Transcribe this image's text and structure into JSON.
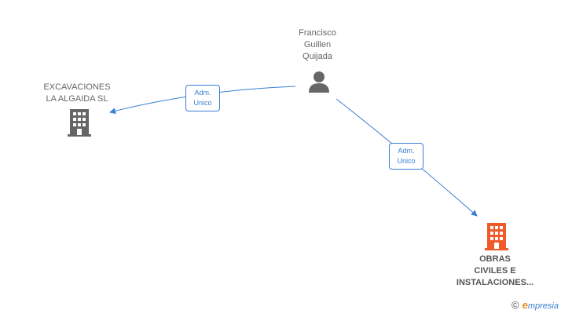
{
  "nodes": {
    "person": {
      "lines": [
        "Francisco",
        "Guillen",
        "Quijada"
      ]
    },
    "company_left": {
      "lines": [
        "EXCAVACIONES",
        "LA ALGAIDA SL"
      ]
    },
    "company_right": {
      "lines": [
        "OBRAS",
        "CIVILES E",
        "INSTALACIONES..."
      ]
    }
  },
  "edges": [
    {
      "lines": [
        "Adm.",
        "Unico"
      ]
    },
    {
      "lines": [
        "Adm.",
        "Unico"
      ]
    }
  ],
  "colors": {
    "edge": "#3a7fd5",
    "icon_gray": "#666666",
    "icon_highlight": "#f05a28"
  },
  "brand": {
    "copyright": "©",
    "initial": "e",
    "name": "mpresia"
  }
}
